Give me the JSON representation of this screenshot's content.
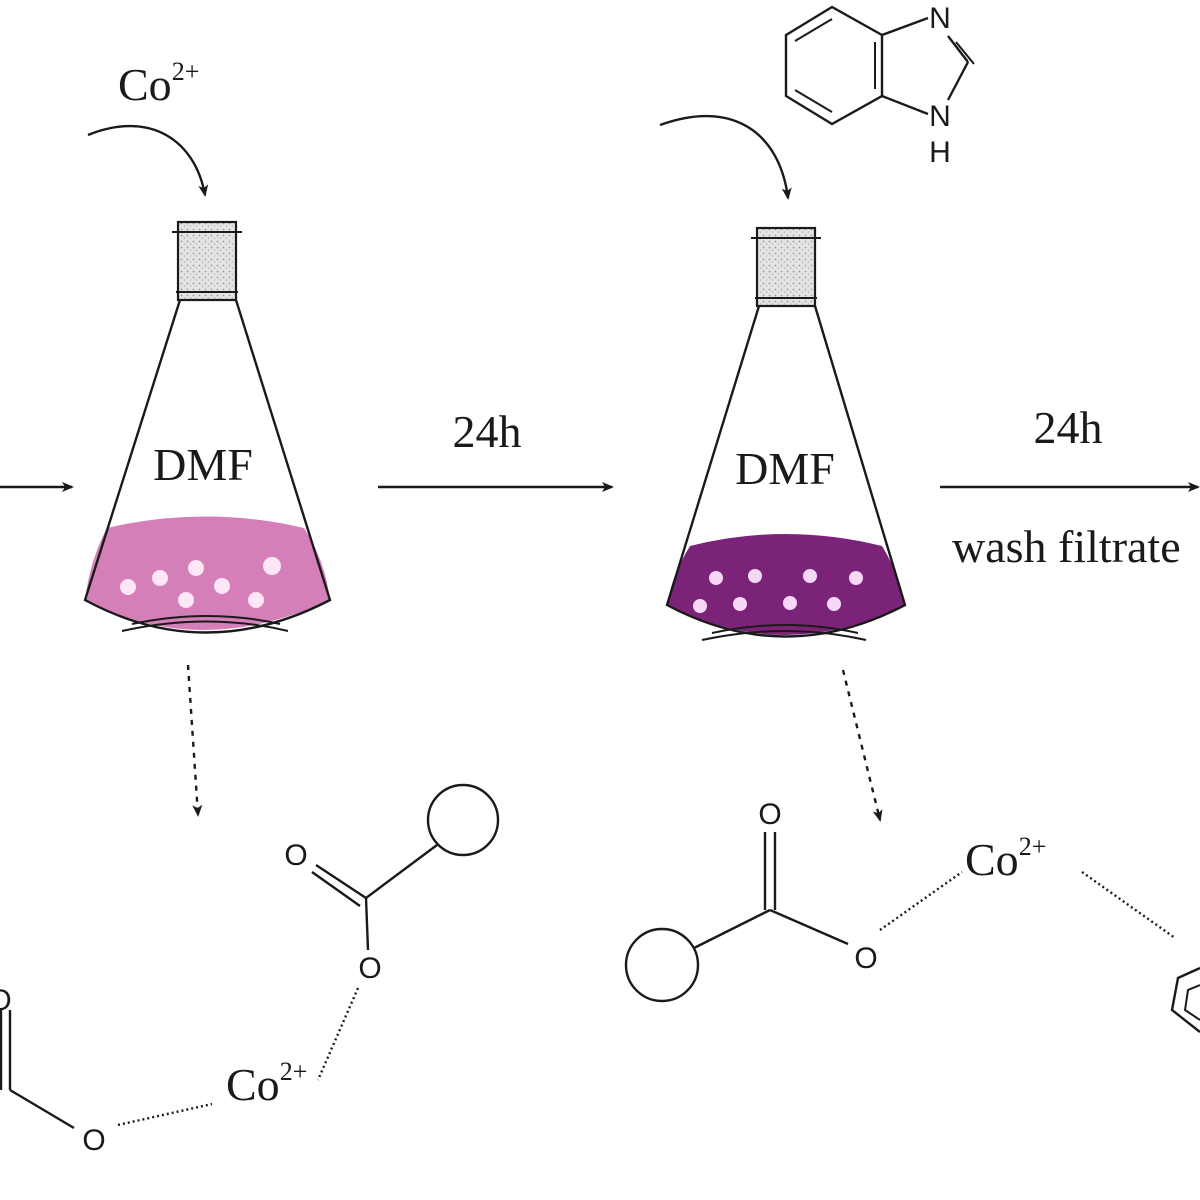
{
  "reagent_top_left": {
    "element": "Co",
    "charge": "2+"
  },
  "flask_left": {
    "solvent": "DMF",
    "solution_color": "#d57fb8",
    "dot_color": "#ffe6f7"
  },
  "step1": {
    "time": "24h"
  },
  "flask_right": {
    "solvent": "DMF",
    "solution_color": "#7b2378",
    "dot_color": "#f6d8f5"
  },
  "step2": {
    "time": "24h",
    "note": "wash filtrate"
  },
  "benzimidazole_atoms": {
    "n_top": "N",
    "n_bottom": "N",
    "h_bottom": "H"
  },
  "left_structure": {
    "o_top_right": "O",
    "o_mid_right": "O",
    "o_left_top": "O",
    "o_bottom": "O",
    "metal": {
      "element": "Co",
      "charge": "2+"
    }
  },
  "right_structure": {
    "o_carbonyl": "O",
    "o_ester": "O",
    "metal": {
      "element": "Co",
      "charge": "2+"
    }
  },
  "colors": {
    "ink": "#1a1a1a",
    "stopper": "#d8d8d8"
  }
}
